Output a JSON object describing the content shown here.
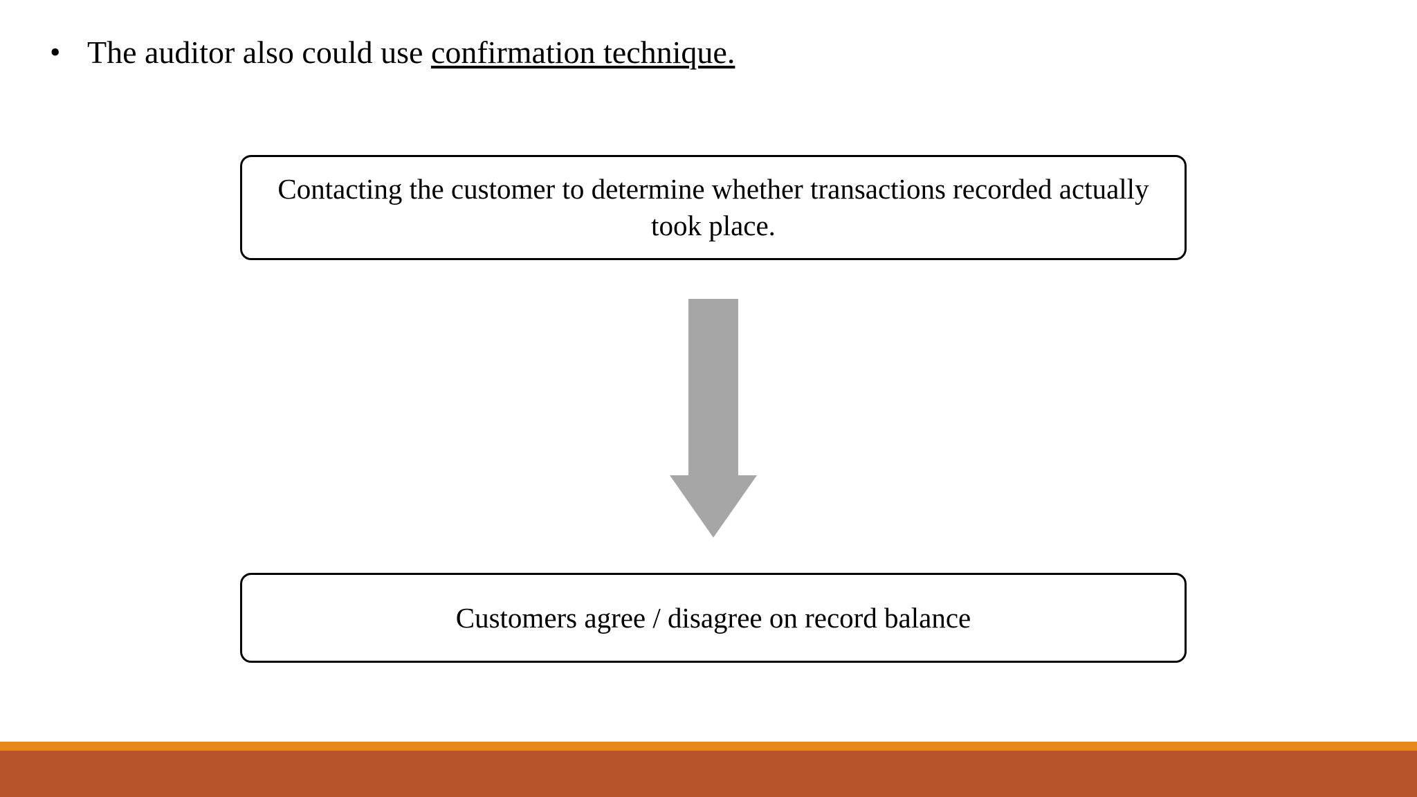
{
  "slide": {
    "bullet": {
      "marker": "•",
      "text_plain": "The auditor also could use confirmation technique.",
      "text_lead": "The auditor also could use ",
      "text_emphasis": "confirmation technique."
    },
    "flow": {
      "arrow_direction": "down",
      "arrow_color": "#A6A6A6",
      "boxes": [
        {
          "id": "process-definition",
          "text": "Contacting the customer to determine whether transactions recorded actually took place."
        },
        {
          "id": "process-outcome",
          "text": "Customers agree / disagree on record balance"
        }
      ]
    },
    "footer": {
      "accent_top_color": "#E8871A",
      "accent_bottom_color": "#B8542B"
    }
  }
}
